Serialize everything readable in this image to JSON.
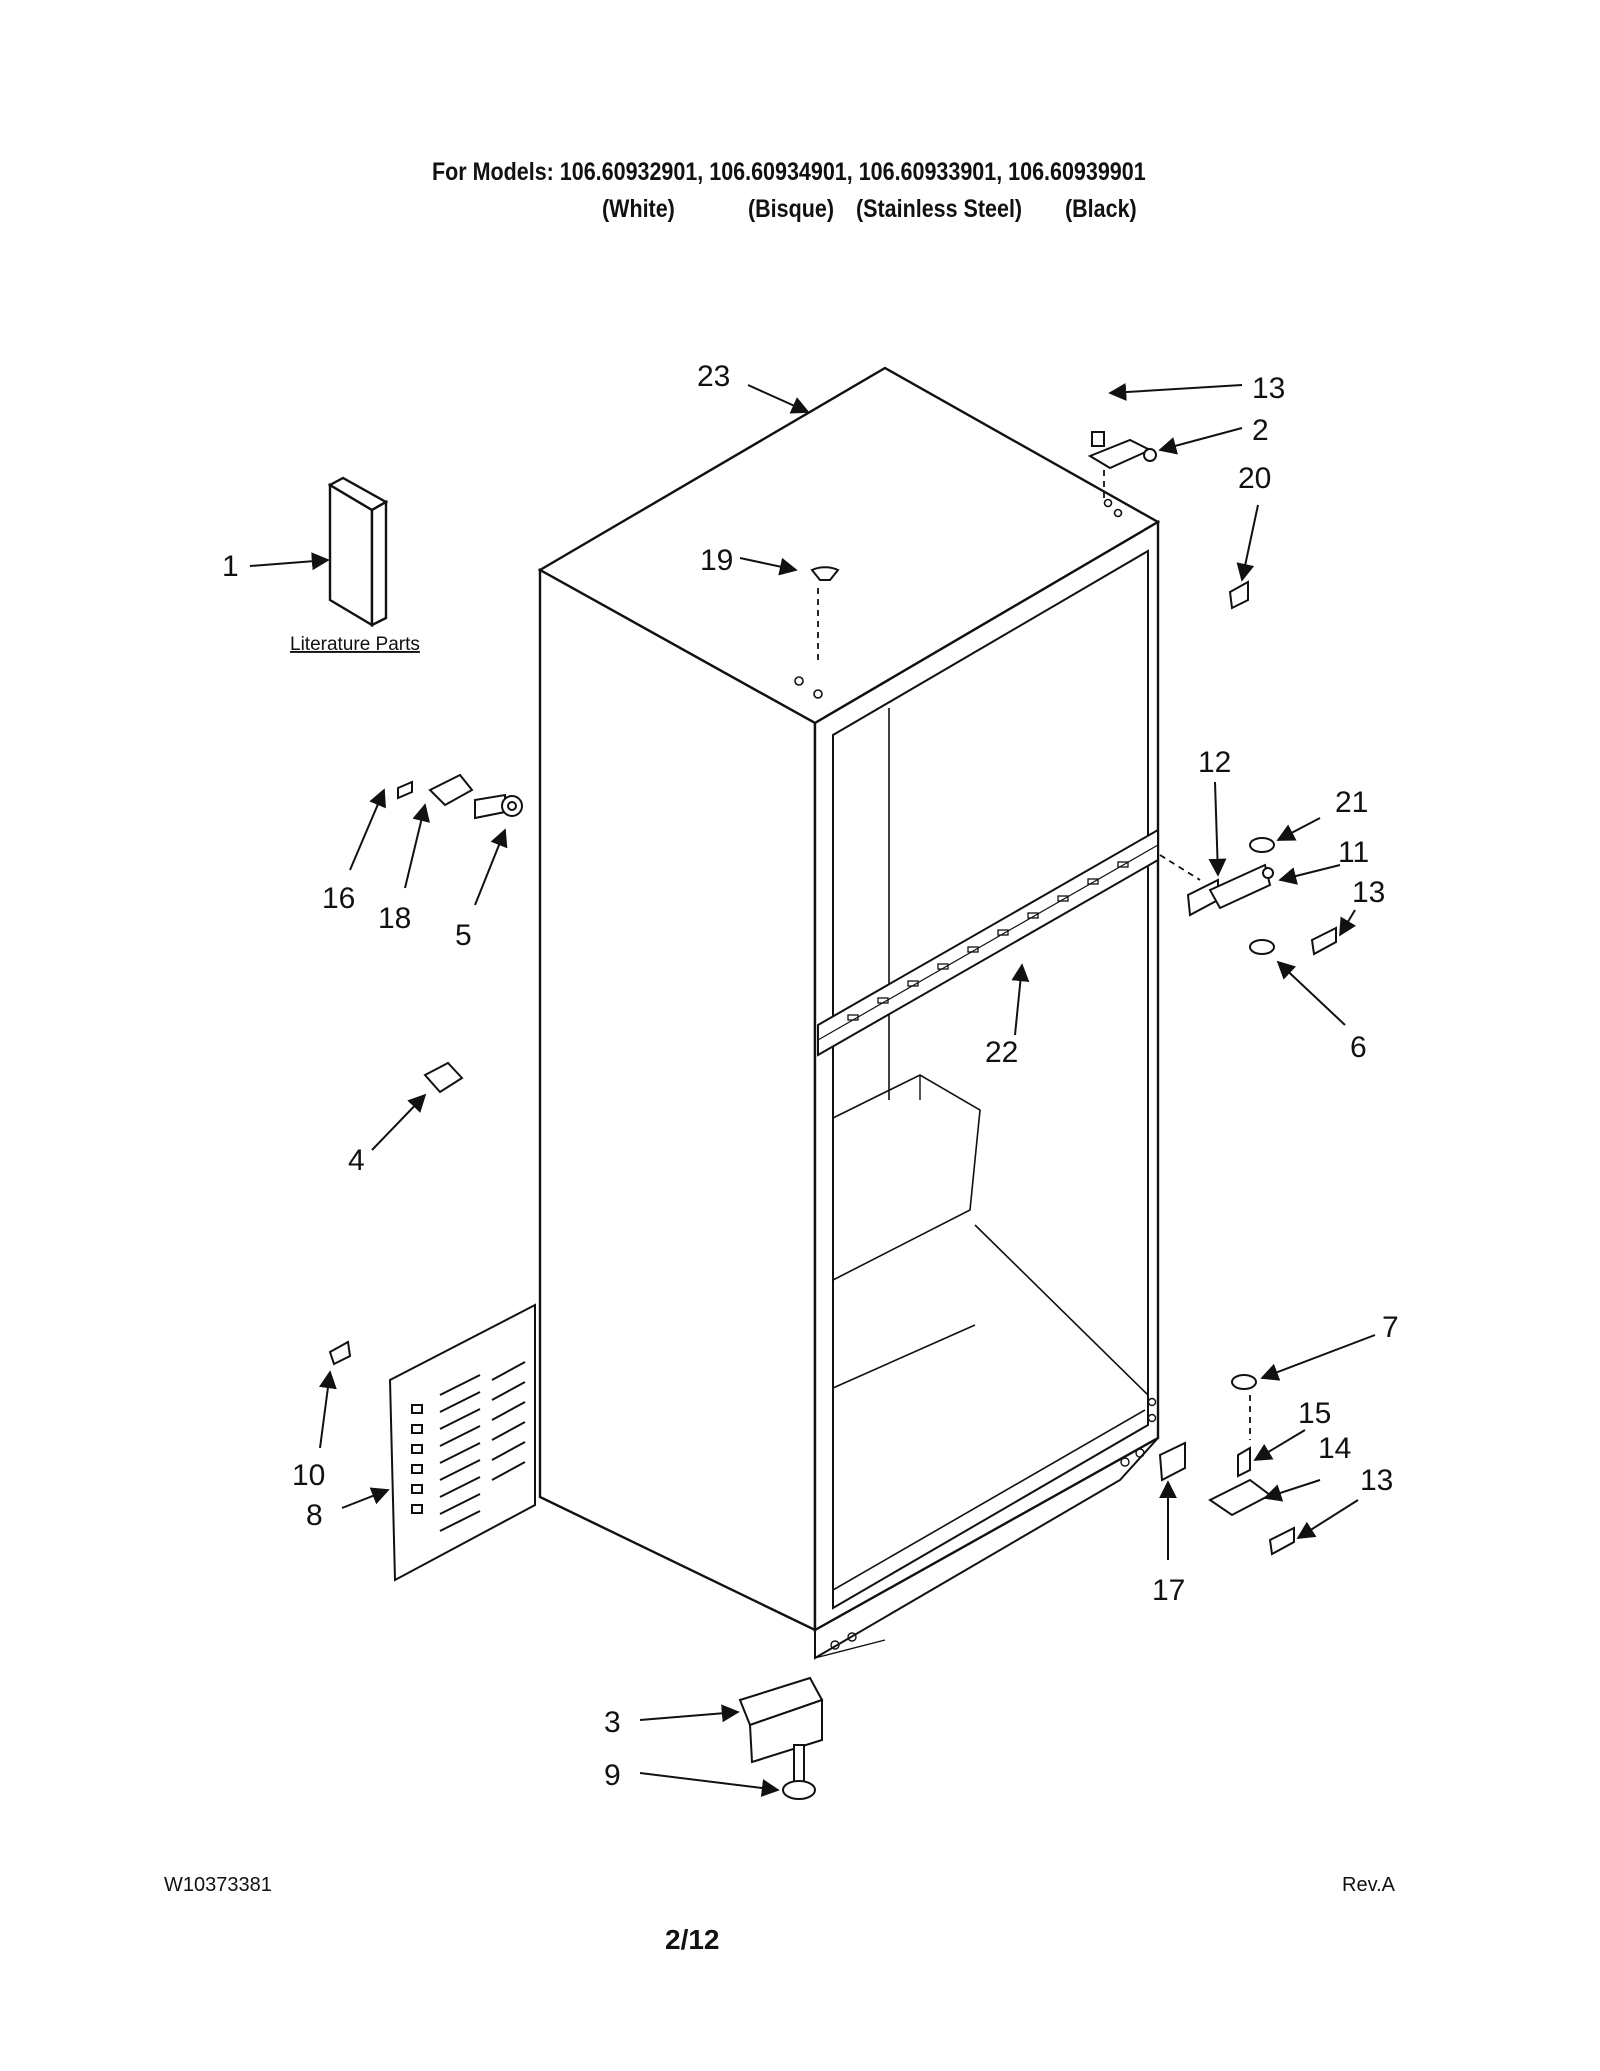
{
  "header": {
    "models_line": "For Models: 106.60932901, 106.60934901, 106.60933901, 106.60939901",
    "colors": [
      "(White)",
      "(Bisque)",
      "(Stainless Steel)",
      "(Black)"
    ]
  },
  "diagram": {
    "literature_label": "Literature Parts",
    "callouts": [
      "1",
      "2",
      "3",
      "4",
      "5",
      "6",
      "7",
      "8",
      "9",
      "10",
      "11",
      "12",
      "13",
      "13",
      "13",
      "14",
      "15",
      "16",
      "17",
      "18",
      "19",
      "20",
      "21",
      "22",
      "23"
    ]
  },
  "footer": {
    "doc_number": "W10373381",
    "revision": "Rev.A",
    "page_number": "2/12"
  }
}
